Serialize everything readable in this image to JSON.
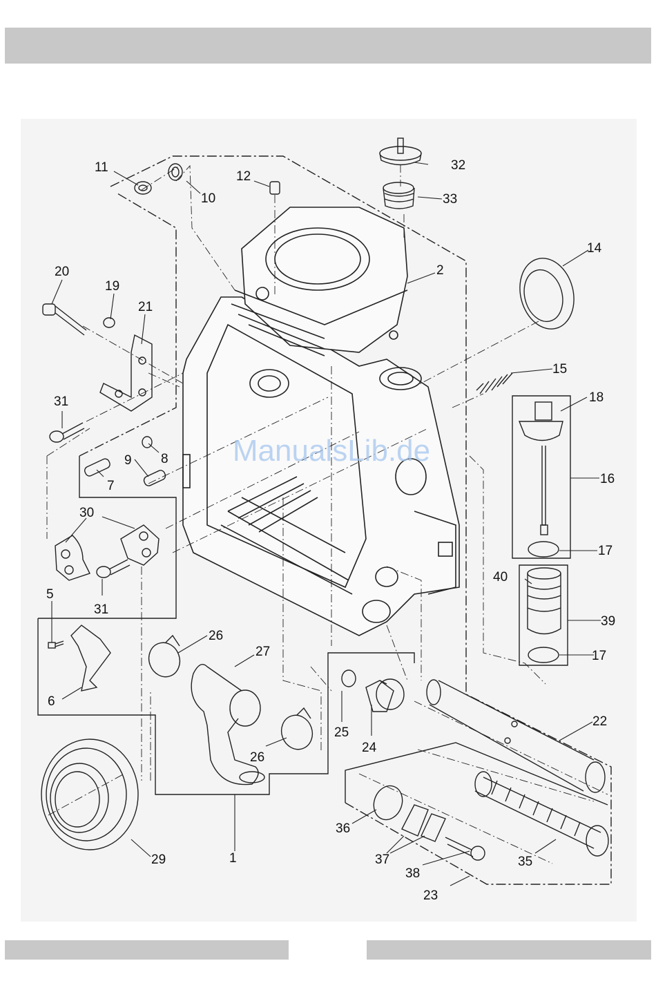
{
  "watermark": "ManualsLib.de",
  "part_numbers": [
    {
      "id": "1",
      "text": "1"
    },
    {
      "id": "2",
      "text": "2"
    },
    {
      "id": "5",
      "text": "5"
    },
    {
      "id": "6",
      "text": "6"
    },
    {
      "id": "7",
      "text": "7"
    },
    {
      "id": "8",
      "text": "8"
    },
    {
      "id": "9",
      "text": "9"
    },
    {
      "id": "10",
      "text": "10"
    },
    {
      "id": "11",
      "text": "11"
    },
    {
      "id": "12",
      "text": "12"
    },
    {
      "id": "14",
      "text": "14"
    },
    {
      "id": "15",
      "text": "15"
    },
    {
      "id": "16",
      "text": "16"
    },
    {
      "id": "17a",
      "text": "17"
    },
    {
      "id": "17b",
      "text": "17"
    },
    {
      "id": "18",
      "text": "18"
    },
    {
      "id": "19",
      "text": "19"
    },
    {
      "id": "20",
      "text": "20"
    },
    {
      "id": "21",
      "text": "21"
    },
    {
      "id": "22",
      "text": "22"
    },
    {
      "id": "23",
      "text": "23"
    },
    {
      "id": "24",
      "text": "24"
    },
    {
      "id": "25",
      "text": "25"
    },
    {
      "id": "26a",
      "text": "26"
    },
    {
      "id": "26b",
      "text": "26"
    },
    {
      "id": "27",
      "text": "27"
    },
    {
      "id": "29",
      "text": "29"
    },
    {
      "id": "30",
      "text": "30"
    },
    {
      "id": "31a",
      "text": "31"
    },
    {
      "id": "31b",
      "text": "31"
    },
    {
      "id": "32",
      "text": "32"
    },
    {
      "id": "33",
      "text": "33"
    },
    {
      "id": "35",
      "text": "35"
    },
    {
      "id": "36",
      "text": "36"
    },
    {
      "id": "37",
      "text": "37"
    },
    {
      "id": "38",
      "text": "38"
    },
    {
      "id": "39",
      "text": "39"
    },
    {
      "id": "40",
      "text": "40"
    }
  ]
}
